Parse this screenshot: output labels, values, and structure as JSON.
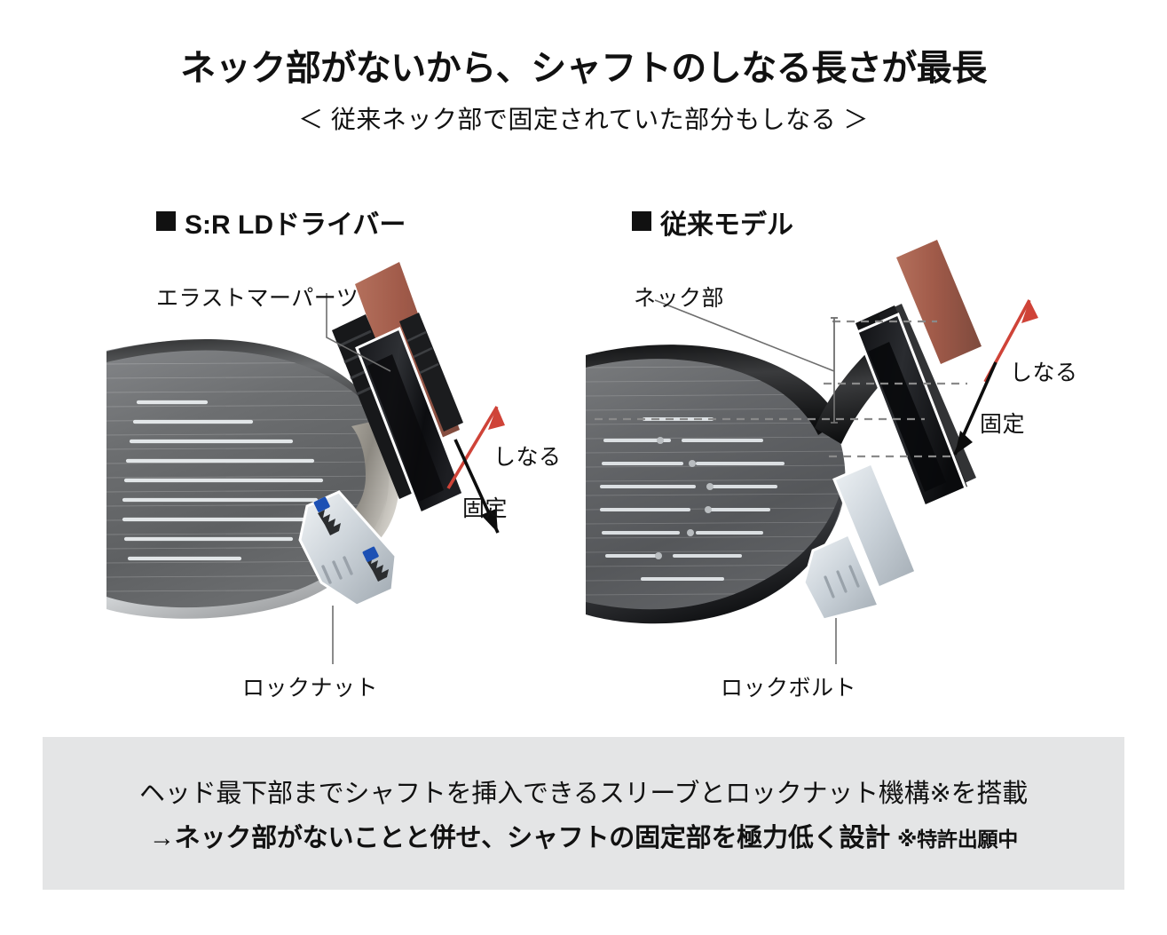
{
  "header": {
    "title": "ネック部がないから、シャフトのしなる長さが最長",
    "subtitle": "＜ 従来ネック部で固定されていた部分もしなる ＞"
  },
  "panels": [
    {
      "id": "new-model",
      "header_label": "S:R LDドライバー",
      "labels": {
        "part": "エラストマーパーツ",
        "flex_arrow": "しなる",
        "fixed_arrow": "固定",
        "bottom": "ロックナット"
      }
    },
    {
      "id": "conventional-model",
      "header_label": "従来モデル",
      "labels": {
        "part": "ネック部",
        "flex_arrow": "しなる",
        "fixed_arrow": "固定",
        "bottom": "ロックボルト"
      }
    }
  ],
  "caption": {
    "line1": "ヘッド最下部までシャフトを挿入できるスリーブとロックナット機構※を搭載",
    "line2": "→ネック部がないことと併せ、シャフトの固定部を極力低く設計",
    "note": "※特許出願中"
  },
  "colors": {
    "accent_red": "#cf4338",
    "shaft_copper": "#a4614f",
    "shaft_copper_dark": "#8d5244",
    "caption_bg": "#e4e5e6",
    "text": "#111111",
    "face_steel": "#6f7172",
    "face_dark": "#2b2c2d",
    "locknut_silver": "#d8dde2",
    "locknut_blue": "#1c50b4",
    "leader_line": "#6e6e6e",
    "dashed_guide": "#8a8a8a"
  }
}
